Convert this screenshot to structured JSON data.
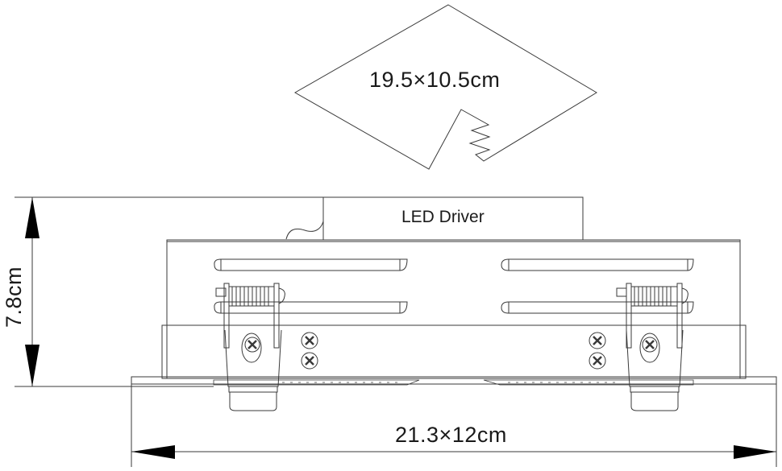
{
  "diagram": {
    "title": "LED recessed downlight dimension drawing",
    "cutout": {
      "label": "19.5×10.5cm",
      "meaning": "ceiling cutout size"
    },
    "driver": {
      "label": "LED Driver"
    },
    "dimensions": {
      "height": {
        "label": "7.8cm"
      },
      "overall": {
        "label": "21.3×12cm"
      }
    },
    "colors": {
      "line": "#333333",
      "text": "#1a1a1a",
      "arrow": "#000000",
      "background": "#ffffff"
    },
    "components": [
      "cutout-outline",
      "led-driver-box",
      "housing",
      "spring-clip-left",
      "spring-clip-right",
      "screws",
      "bezel-flange",
      "heatsink-slots"
    ]
  }
}
